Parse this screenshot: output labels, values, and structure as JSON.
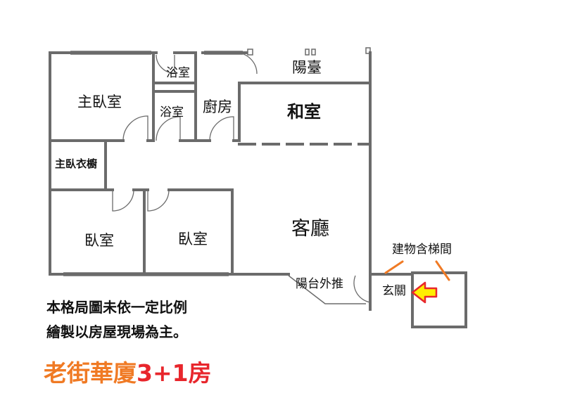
{
  "rooms": {
    "master_bedroom": "主臥室",
    "bath_top": "浴室",
    "bath_inner": "浴室",
    "kitchen": "廚房",
    "balcony": "陽臺",
    "japanese_room": "和室",
    "master_closet": "主臥衣櫥",
    "bedroom_left": "臥室",
    "bedroom_right": "臥室",
    "living_room": "客廳",
    "balcony_push": "陽台外推",
    "entrance": "玄關",
    "building_stairs": "建物含梯間"
  },
  "notes": {
    "line1": "本格局圖未依一定比例",
    "line2": "繪製以房屋現場為主。"
  },
  "title": {
    "part1": "老街華廈",
    "part2": "3+1房"
  },
  "colors": {
    "wall": "#6b6b6b",
    "accent_orange": "#f07a24",
    "accent_red": "#e8262c",
    "arrow_fill": "#ffee00",
    "arrow_stroke": "#e8262c"
  }
}
